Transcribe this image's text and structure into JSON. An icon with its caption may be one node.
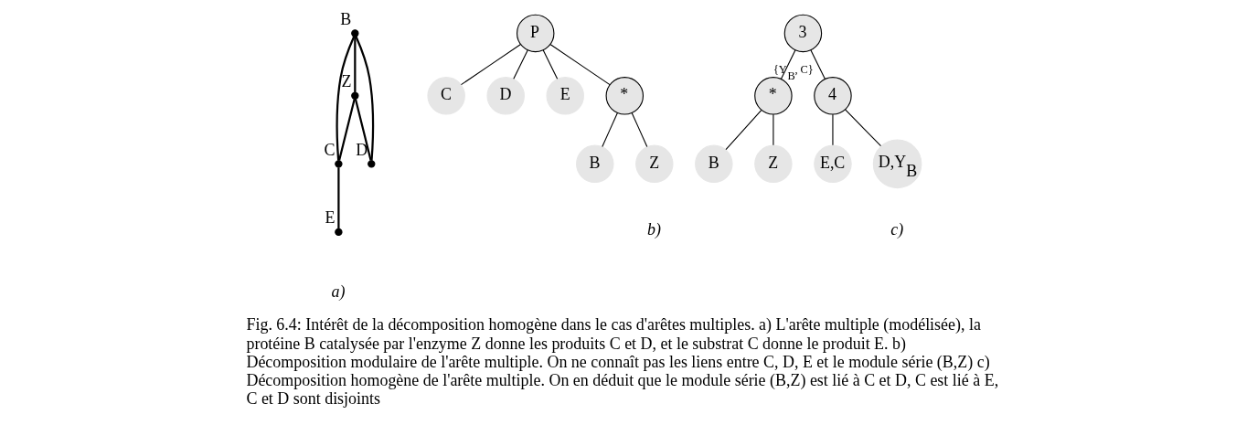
{
  "diagram": {
    "caption": "Fig. 6.4: Intérêt de la décomposition homogène dans le cas d'arêtes multiples. a) L'arête multiple (modélisée), la protéine B catalysée par l'enzyme Z donne les produits C et D, et le substrat C donne le produit E. b) Décomposition modulaire de l'arête multiple. On ne connaît pas les liens entre C, D, E et le module série (B,Z) c) Décomposition homogène de l'arête multiple. On en déduit que le module série (B,Z) est lié à C et D, C est lié à E, C et D sont disjoints",
    "nodes": [
      {
        "text": [
          "B"
        ]
      },
      {
        "text": [
          "Z"
        ]
      },
      {
        "text": [
          "C"
        ]
      },
      {
        "text": [
          "D"
        ]
      },
      {
        "text": [
          "E"
        ]
      },
      {
        "text": [
          "P"
        ]
      },
      {
        "text": [
          "C"
        ]
      },
      {
        "text": [
          "D"
        ]
      },
      {
        "text": [
          "E"
        ]
      },
      {
        "text": [
          "*"
        ]
      },
      {
        "text": [
          "B"
        ]
      },
      {
        "text": [
          "Z"
        ]
      },
      {
        "text": [
          "3"
        ]
      },
      {
        "text": [
          "*"
        ]
      },
      {
        "text": [
          "4"
        ],
        "beside": [
          "{Y$_{B}$, C}"
        ]
      },
      {
        "text": [
          "B"
        ]
      },
      {
        "text": [
          "Z"
        ]
      },
      {
        "text": [
          "E,C"
        ]
      },
      {
        "text": [
          "D,Y$_{B}$"
        ]
      }
    ],
    "edges": [
      {
        "from": 0,
        "to": 1,
        "arrow": "none"
      },
      {
        "from": 0,
        "to": 2,
        "arrow": "none"
      },
      {
        "from": 0,
        "to": 3,
        "arrow": "none"
      },
      {
        "from": 1,
        "to": 3,
        "arrow": "none"
      },
      {
        "from": 1,
        "to": 2,
        "arrow": "none"
      },
      {
        "from": 2,
        "to": 4,
        "arrow": "none"
      },
      {
        "from": 5,
        "to": 6,
        "arrow": "none"
      },
      {
        "from": 5,
        "to": 7,
        "arrow": "none"
      },
      {
        "from": 5,
        "to": 8,
        "arrow": "none"
      },
      {
        "from": 5,
        "to": 9,
        "arrow": "none"
      },
      {
        "from": 9,
        "to": 10,
        "arrow": "none"
      },
      {
        "from": 9,
        "to": 11,
        "arrow": "none"
      },
      {
        "from": 12,
        "to": 13,
        "arrow": "none"
      },
      {
        "from": 12,
        "to": 14,
        "arrow": "none"
      },
      {
        "from": 13,
        "to": 15,
        "arrow": "none"
      },
      {
        "from": 13,
        "to": 16,
        "arrow": "none"
      },
      {
        "from": 14,
        "to": 17,
        "arrow": "none"
      },
      {
        "from": 14,
        "to": 18,
        "arrow": "none"
      }
    ],
    "labels": [
      "a)",
      "b)",
      "c)"
    ]
  }
}
